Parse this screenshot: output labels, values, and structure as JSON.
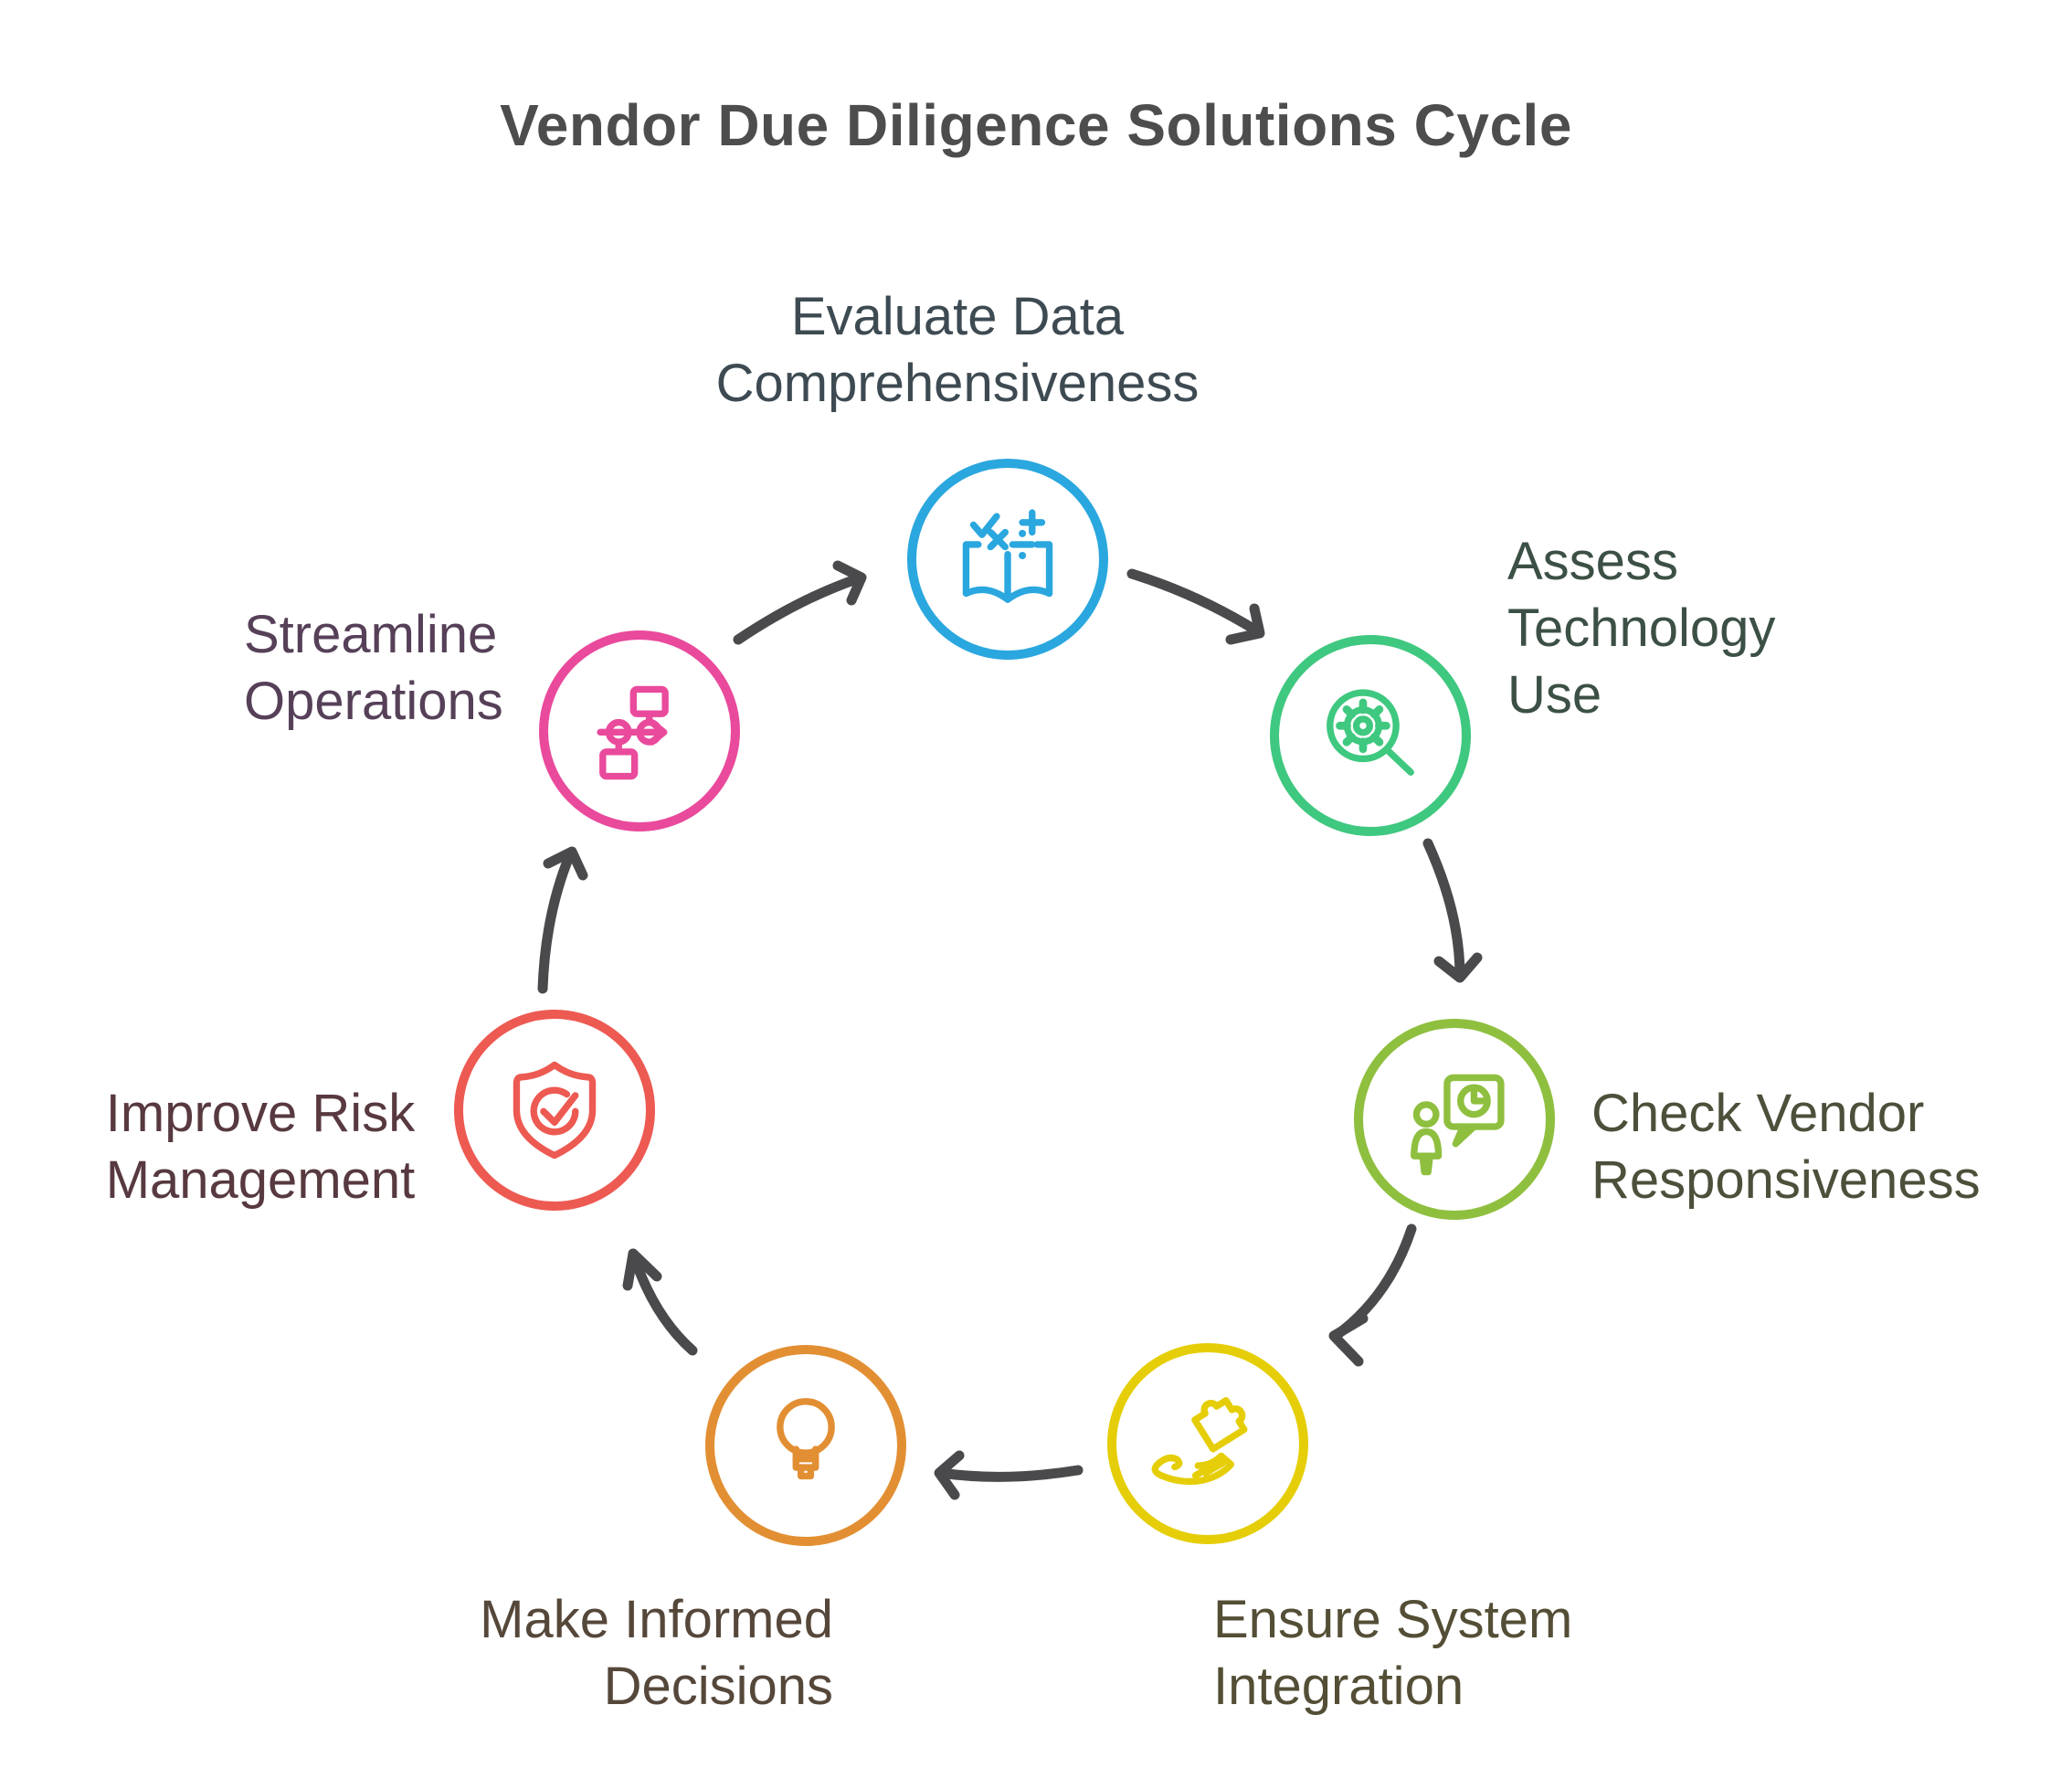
{
  "title": "Vendor Due Diligence Solutions Cycle",
  "title_color": "#4D4D4D",
  "arrow_color": "#4A4A4C",
  "nodes": [
    {
      "id": "evaluate-data",
      "label": "Evaluate Data\nComprehensiveness",
      "color": "#2AA7DE",
      "label_color": "#3D4A52",
      "icon": "math-book-icon"
    },
    {
      "id": "assess-technology",
      "label": "Assess\nTechnology\nUse",
      "color": "#3FC87F",
      "label_color": "#3C5045",
      "icon": "gear-magnifier-icon"
    },
    {
      "id": "check-vendor",
      "label": "Check Vendor\nResponsiveness",
      "color": "#8FBF3F",
      "label_color": "#4C503A",
      "icon": "person-chat-clock-icon"
    },
    {
      "id": "ensure-integration",
      "label": "Ensure System\nIntegration",
      "color": "#E5CE08",
      "label_color": "#534E35",
      "icon": "hand-puzzle-icon"
    },
    {
      "id": "make-decisions",
      "label": "Make Informed\nDecisions",
      "color": "#E28F33",
      "label_color": "#55473A",
      "icon": "lightbulb-icon"
    },
    {
      "id": "improve-risk",
      "label": "Improve Risk\nManagement",
      "color": "#ED5A52",
      "label_color": "#57393F",
      "icon": "shield-check-icon"
    },
    {
      "id": "streamline-ops",
      "label": "Streamline\nOperations",
      "color": "#E94A9C",
      "label_color": "#564058",
      "icon": "flowchart-icon"
    }
  ]
}
